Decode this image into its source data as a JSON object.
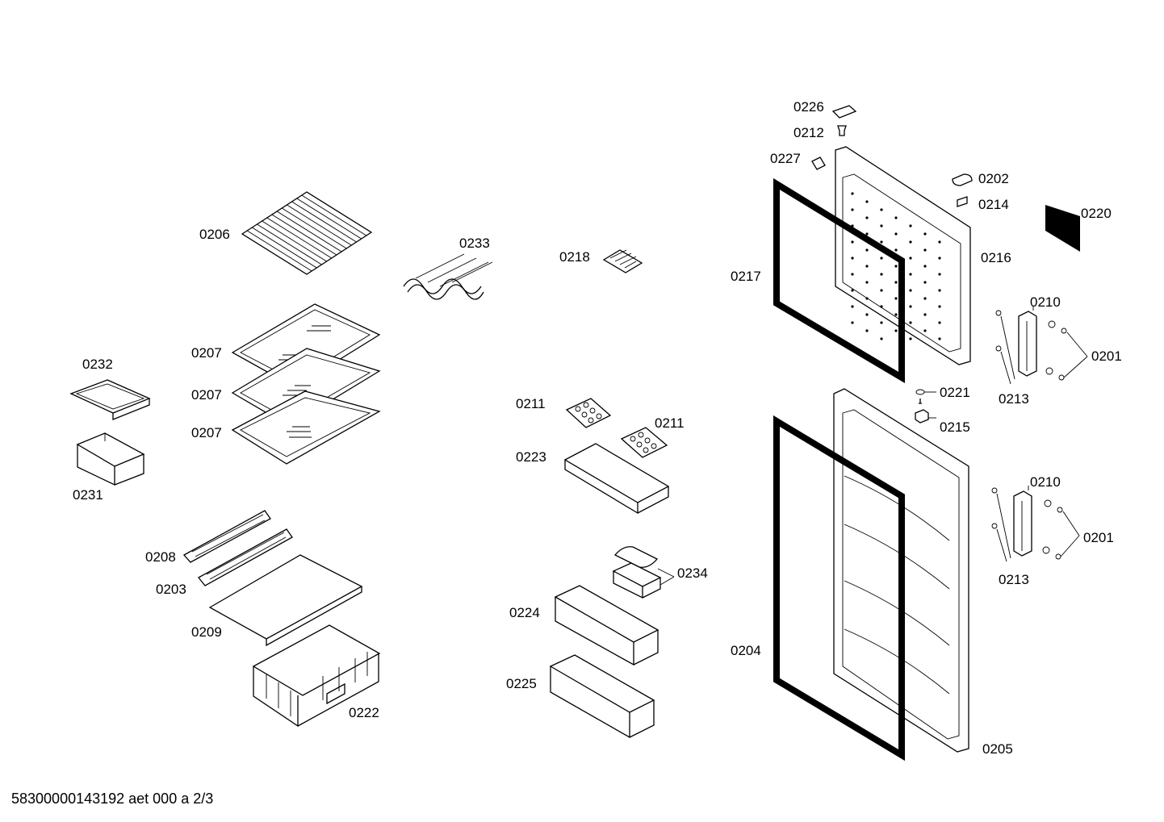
{
  "labels": {
    "p0226": "0226",
    "p0212": "0212",
    "p0227": "0227",
    "p0202": "0202",
    "p0214": "0214",
    "p0220": "0220",
    "p0206": "0206",
    "p0233": "0233",
    "p0218": "0218",
    "p0217": "0217",
    "p0216": "0216",
    "p0210a": "0210",
    "p0201a": "0201",
    "p0213a": "0213",
    "p0232": "0232",
    "p0207a": "0207",
    "p0207b": "0207",
    "p0207c": "0207",
    "p0231": "0231",
    "p0211a": "0211",
    "p0211b": "0211",
    "p0223": "0223",
    "p0221": "0221",
    "p0215": "0215",
    "p0210b": "0210",
    "p0201b": "0201",
    "p0213b": "0213",
    "p0208": "0208",
    "p0203": "0203",
    "p0234": "0234",
    "p0209": "0209",
    "p0224": "0224",
    "p0204": "0204",
    "p0225": "0225",
    "p0222": "0222",
    "p0205": "0205"
  },
  "footer": "58300000143192 aet 000 a 2/3"
}
